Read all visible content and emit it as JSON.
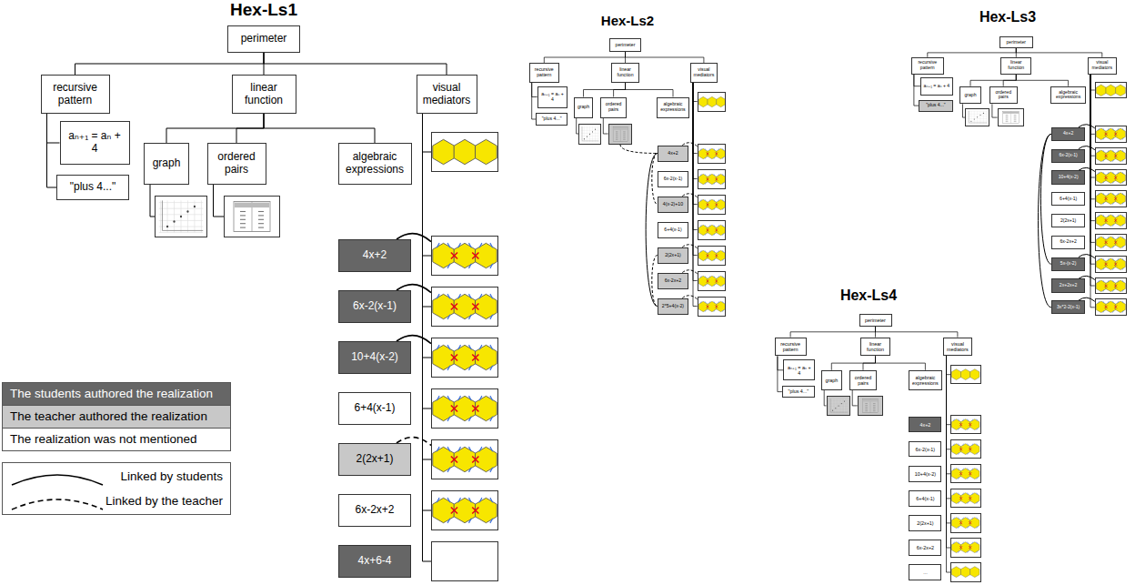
{
  "diagram": {
    "nodes": [
      {
        "text": [
          "perimeter"
        ]
      },
      {
        "text": [
          "recursive pattern"
        ]
      },
      {
        "text": [
          "linear function"
        ]
      },
      {
        "text": [
          "visual mediators"
        ]
      },
      {
        "text": [
          "aₙ₊₁ = aₙ + 4"
        ]
      },
      {
        "text": [
          "\"plus 4...\""
        ]
      },
      {
        "text": [
          "graph"
        ]
      },
      {
        "text": [
          "ordered pairs"
        ]
      },
      {
        "text": [
          "algebraic expressions"
        ]
      },
      {
        "text": []
      },
      {
        "text": []
      },
      {
        "text": [
          "4x+2"
        ]
      },
      {
        "text": [
          "6x-2(x-1)"
        ]
      },
      {
        "text": [
          "10+4(x-2)"
        ]
      },
      {
        "text": [
          "6+4(x-1)"
        ]
      },
      {
        "text": [
          "2(2x+1)"
        ]
      },
      {
        "text": [
          "6x-2x+2"
        ]
      },
      {
        "text": [
          "4x+6-4"
        ]
      },
      {
        "text": []
      },
      {
        "text": []
      },
      {
        "text": []
      },
      {
        "text": []
      },
      {
        "text": []
      },
      {
        "text": []
      },
      {
        "text": []
      },
      {
        "text": []
      },
      {
        "text": [
          "perimeter"
        ]
      },
      {
        "text": [
          "recursive pattern"
        ]
      },
      {
        "text": [
          "linear function"
        ]
      },
      {
        "text": [
          "visual mediators"
        ]
      },
      {
        "text": [
          "aₙ₊₁ = aₙ + 4"
        ]
      },
      {
        "text": [
          "\"plus 4...\""
        ]
      },
      {
        "text": [
          "graph"
        ]
      },
      {
        "text": [
          "ordered pairs"
        ]
      },
      {
        "text": [
          "algebraic expressions"
        ]
      },
      {
        "text": []
      },
      {
        "text": []
      },
      {
        "text": [
          "4x+2"
        ]
      },
      {
        "text": [
          "6x-2(x-1)"
        ]
      },
      {
        "text": [
          "4(x-2)+10"
        ]
      },
      {
        "text": [
          "6+4(x-1)"
        ]
      },
      {
        "text": [
          "2(2x+1)"
        ]
      },
      {
        "text": [
          "6x-2x+2"
        ]
      },
      {
        "text": [
          "2*5+4(x-2)"
        ]
      },
      {
        "text": []
      },
      {
        "text": []
      },
      {
        "text": []
      },
      {
        "text": []
      },
      {
        "text": []
      },
      {
        "text": []
      },
      {
        "text": []
      },
      {
        "text": []
      },
      {
        "text": [
          "perimeter"
        ]
      },
      {
        "text": [
          "recursive pattern"
        ]
      },
      {
        "text": [
          "linear function"
        ]
      },
      {
        "text": [
          "visual mediators"
        ]
      },
      {
        "text": [
          "aₙ₊₁ = aₙ + 4"
        ]
      },
      {
        "text": [
          "\"plus 4...\""
        ]
      },
      {
        "text": [
          "graph"
        ]
      },
      {
        "text": [
          "ordered pairs"
        ]
      },
      {
        "text": [
          "algebraic expressions"
        ]
      },
      {
        "text": []
      },
      {
        "text": []
      },
      {
        "text": [
          "4x+2"
        ]
      },
      {
        "text": [
          "6x-2(x-1)"
        ]
      },
      {
        "text": [
          "10+4(x-2)"
        ]
      },
      {
        "text": [
          "6+4(x-1)"
        ]
      },
      {
        "text": [
          "2(2x+1)"
        ]
      },
      {
        "text": [
          "6x-2x+2"
        ]
      },
      {
        "text": [
          "5x-(x-2)"
        ]
      },
      {
        "text": [
          "2x+2x+2"
        ]
      },
      {
        "text": [
          "3x*2-2(x-1)"
        ]
      },
      {
        "text": []
      },
      {
        "text": []
      },
      {
        "text": []
      },
      {
        "text": []
      },
      {
        "text": []
      },
      {
        "text": []
      },
      {
        "text": []
      },
      {
        "text": []
      },
      {
        "text": []
      },
      {
        "text": []
      },
      {
        "text": [
          "perimeter"
        ]
      },
      {
        "text": [
          "recursive pattern"
        ]
      },
      {
        "text": [
          "linear function"
        ]
      },
      {
        "text": [
          "visual mediators"
        ]
      },
      {
        "text": [
          "aₙ₊₁ = aₙ + 4"
        ]
      },
      {
        "text": [
          "\"plus 4...\""
        ]
      },
      {
        "text": [
          "graph"
        ]
      },
      {
        "text": [
          "ordered pairs"
        ]
      },
      {
        "text": [
          "algebraic expressions"
        ]
      },
      {
        "text": []
      },
      {
        "text": []
      },
      {
        "text": [
          "4x+2"
        ]
      },
      {
        "text": [
          "6x-2(x-1)"
        ]
      },
      {
        "text": [
          "10+4(x-2)"
        ]
      },
      {
        "text": [
          "6+4(x-1)"
        ]
      },
      {
        "text": [
          "2(2x+1)"
        ]
      },
      {
        "text": [
          "6x-2x+2"
        ]
      },
      {
        "text": [
          "..."
        ]
      },
      {
        "text": []
      },
      {
        "text": []
      },
      {
        "text": []
      },
      {
        "text": []
      },
      {
        "text": []
      },
      {
        "text": []
      },
      {
        "text": []
      },
      {
        "text": []
      }
    ],
    "edges": [
      {
        "from": 0,
        "to": 1,
        "arrow": "none"
      },
      {
        "from": 0,
        "to": 2,
        "arrow": "none"
      },
      {
        "from": 0,
        "to": 3,
        "arrow": "none"
      },
      {
        "from": 1,
        "to": 4,
        "arrow": "none"
      },
      {
        "from": 1,
        "to": 5,
        "arrow": "none"
      },
      {
        "from": 2,
        "to": 6,
        "arrow": "none"
      },
      {
        "from": 2,
        "to": 7,
        "arrow": "none"
      },
      {
        "from": 2,
        "to": 8,
        "arrow": "none"
      },
      {
        "from": 6,
        "to": 9,
        "arrow": "none"
      },
      {
        "from": 7,
        "to": 10,
        "arrow": "none"
      },
      {
        "from": 3,
        "to": 18,
        "arrow": "none"
      },
      {
        "from": 3,
        "to": 19,
        "arrow": "none"
      },
      {
        "from": 3,
        "to": 20,
        "arrow": "none"
      },
      {
        "from": 3,
        "to": 21,
        "arrow": "none"
      },
      {
        "from": 3,
        "to": 22,
        "arrow": "none"
      },
      {
        "from": 3,
        "to": 23,
        "arrow": "none"
      },
      {
        "from": 3,
        "to": 24,
        "arrow": "none"
      },
      {
        "from": 3,
        "to": 25,
        "arrow": "none"
      },
      {
        "from": 26,
        "to": 27,
        "arrow": "none"
      },
      {
        "from": 26,
        "to": 28,
        "arrow": "none"
      },
      {
        "from": 26,
        "to": 29,
        "arrow": "none"
      },
      {
        "from": 27,
        "to": 30,
        "arrow": "none"
      },
      {
        "from": 27,
        "to": 31,
        "arrow": "none"
      },
      {
        "from": 28,
        "to": 32,
        "arrow": "none"
      },
      {
        "from": 28,
        "to": 33,
        "arrow": "none"
      },
      {
        "from": 28,
        "to": 34,
        "arrow": "none"
      },
      {
        "from": 32,
        "to": 35,
        "arrow": "none"
      },
      {
        "from": 33,
        "to": 36,
        "arrow": "none"
      },
      {
        "from": 29,
        "to": 44,
        "arrow": "none"
      },
      {
        "from": 29,
        "to": 45,
        "arrow": "none"
      },
      {
        "from": 29,
        "to": 46,
        "arrow": "none"
      },
      {
        "from": 29,
        "to": 47,
        "arrow": "none"
      },
      {
        "from": 29,
        "to": 48,
        "arrow": "none"
      },
      {
        "from": 29,
        "to": 49,
        "arrow": "none"
      },
      {
        "from": 29,
        "to": 50,
        "arrow": "none"
      },
      {
        "from": 29,
        "to": 51,
        "arrow": "none"
      },
      {
        "from": 52,
        "to": 53,
        "arrow": "none"
      },
      {
        "from": 52,
        "to": 54,
        "arrow": "none"
      },
      {
        "from": 52,
        "to": 55,
        "arrow": "none"
      },
      {
        "from": 53,
        "to": 56,
        "arrow": "none"
      },
      {
        "from": 53,
        "to": 57,
        "arrow": "none"
      },
      {
        "from": 54,
        "to": 58,
        "arrow": "none"
      },
      {
        "from": 54,
        "to": 59,
        "arrow": "none"
      },
      {
        "from": 54,
        "to": 60,
        "arrow": "none"
      },
      {
        "from": 58,
        "to": 61,
        "arrow": "none"
      },
      {
        "from": 59,
        "to": 62,
        "arrow": "none"
      },
      {
        "from": 55,
        "to": 72,
        "arrow": "none"
      },
      {
        "from": 55,
        "to": 73,
        "arrow": "none"
      },
      {
        "from": 55,
        "to": 74,
        "arrow": "none"
      },
      {
        "from": 55,
        "to": 75,
        "arrow": "none"
      },
      {
        "from": 55,
        "to": 76,
        "arrow": "none"
      },
      {
        "from": 55,
        "to": 77,
        "arrow": "none"
      },
      {
        "from": 55,
        "to": 78,
        "arrow": "none"
      },
      {
        "from": 55,
        "to": 79,
        "arrow": "none"
      },
      {
        "from": 55,
        "to": 80,
        "arrow": "none"
      },
      {
        "from": 55,
        "to": 81,
        "arrow": "none"
      },
      {
        "from": 82,
        "to": 83,
        "arrow": "none"
      },
      {
        "from": 82,
        "to": 84,
        "arrow": "none"
      },
      {
        "from": 82,
        "to": 85,
        "arrow": "none"
      },
      {
        "from": 83,
        "to": 86,
        "arrow": "none"
      },
      {
        "from": 83,
        "to": 87,
        "arrow": "none"
      },
      {
        "from": 84,
        "to": 88,
        "arrow": "none"
      },
      {
        "from": 84,
        "to": 89,
        "arrow": "none"
      },
      {
        "from": 84,
        "to": 90,
        "arrow": "none"
      },
      {
        "from": 88,
        "to": 91,
        "arrow": "none"
      },
      {
        "from": 89,
        "to": 92,
        "arrow": "none"
      },
      {
        "from": 85,
        "to": 100,
        "arrow": "none"
      },
      {
        "from": 85,
        "to": 101,
        "arrow": "none"
      },
      {
        "from": 85,
        "to": 102,
        "arrow": "none"
      },
      {
        "from": 85,
        "to": 103,
        "arrow": "none"
      },
      {
        "from": 85,
        "to": 104,
        "arrow": "none"
      },
      {
        "from": 85,
        "to": 105,
        "arrow": "none"
      },
      {
        "from": 85,
        "to": 106,
        "arrow": "none"
      },
      {
        "from": 85,
        "to": 107,
        "arrow": "none"
      },
      {
        "from": 11,
        "to": 19,
        "arrow": "none"
      },
      {
        "from": 12,
        "to": 20,
        "arrow": "none"
      },
      {
        "from": 13,
        "to": 21,
        "arrow": "none"
      },
      {
        "from": 15,
        "to": 23,
        "arrow": "none"
      },
      {
        "from": 36,
        "to": 37,
        "arrow": "none"
      },
      {
        "from": 37,
        "to": 45,
        "arrow": "none"
      },
      {
        "from": 39,
        "to": 47,
        "arrow": "none"
      },
      {
        "from": 41,
        "to": 49,
        "arrow": "none"
      },
      {
        "from": 42,
        "to": 50,
        "arrow": "none"
      },
      {
        "from": 43,
        "to": 51,
        "arrow": "none"
      },
      {
        "from": 37,
        "to": 39,
        "arrow": "none"
      },
      {
        "from": 37,
        "to": 43,
        "arrow": "none"
      },
      {
        "from": 41,
        "to": 43,
        "arrow": "none"
      },
      {
        "from": 63,
        "to": 73,
        "arrow": "none"
      },
      {
        "from": 64,
        "to": 74,
        "arrow": "none"
      },
      {
        "from": 65,
        "to": 75,
        "arrow": "none"
      },
      {
        "from": 69,
        "to": 79,
        "arrow": "none"
      },
      {
        "from": 70,
        "to": 80,
        "arrow": "none"
      },
      {
        "from": 71,
        "to": 81,
        "arrow": "none"
      },
      {
        "from": 63,
        "to": 69,
        "arrow": "none"
      },
      {
        "from": 63,
        "to": 71,
        "arrow": "none"
      }
    ],
    "labels": [
      "Hex-Ls1",
      "Hex-Ls2",
      "Hex-Ls3",
      "Hex-Ls4"
    ],
    "legend": [
      {
        "text": "The students authored the realization",
        "color": "#666666"
      },
      {
        "text": "The teacher authored the realization",
        "color": "#c8c8c8"
      },
      {
        "text": "The realization was not mentioned",
        "color": "#ffffff"
      },
      {
        "text": "Linked by students"
      },
      {
        "text": "Linked by the teacher"
      }
    ]
  }
}
